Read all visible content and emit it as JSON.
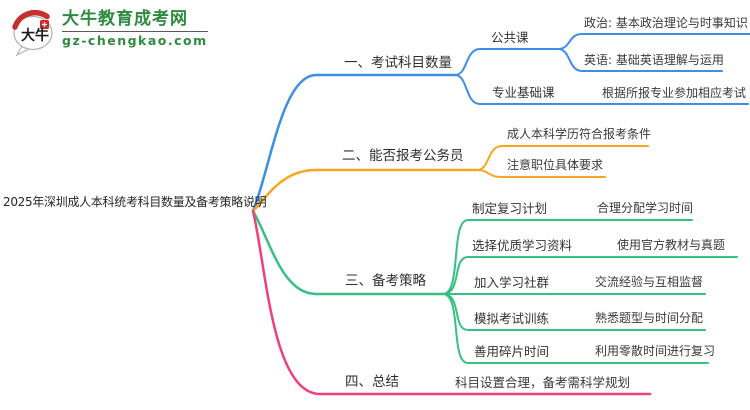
{
  "logo": {
    "icon_text": "大牛",
    "title": "大牛教育成考网",
    "subtitle": "gz-chengkao.com",
    "brand_color": "#2e8b3e"
  },
  "mindmap": {
    "root": "2025年深圳成人本科统考科目数量及备考策略说明",
    "branch_colors": {
      "branch1": "#3e8ee6",
      "branch2": "#f5a623",
      "branch3": "#35c184",
      "branch4": "#ef4179"
    },
    "branches": [
      {
        "label": "一、考试科目数量",
        "color": "#3e8ee6",
        "children": [
          {
            "label": "公共课",
            "children": [
              {
                "label": "政治: 基本政治理论与时事知识"
              },
              {
                "label": "英语: 基础英语理解与运用"
              }
            ]
          },
          {
            "label": "专业基础课",
            "children": [
              {
                "label": "根据所报专业参加相应考试"
              }
            ]
          }
        ]
      },
      {
        "label": "二、能否报考公务员",
        "color": "#f5a623",
        "children": [
          {
            "label": "成人本科学历符合报考条件"
          },
          {
            "label": "注意职位具体要求"
          }
        ]
      },
      {
        "label": "三、备考策略",
        "color": "#35c184",
        "children": [
          {
            "label": "制定复习计划",
            "children": [
              {
                "label": "合理分配学习时间"
              }
            ]
          },
          {
            "label": "选择优质学习资料",
            "children": [
              {
                "label": "使用官方教材与真题"
              }
            ]
          },
          {
            "label": "加入学习社群",
            "children": [
              {
                "label": "交流经验与互相监督"
              }
            ]
          },
          {
            "label": "模拟考试训练",
            "children": [
              {
                "label": "熟悉题型与时间分配"
              }
            ]
          },
          {
            "label": "善用碎片时间",
            "children": [
              {
                "label": "利用零散时间进行复习"
              }
            ]
          }
        ]
      },
      {
        "label": "四、总结",
        "color": "#ef4179",
        "children": [
          {
            "label": "科目设置合理，备考需科学规划"
          }
        ]
      }
    ]
  }
}
